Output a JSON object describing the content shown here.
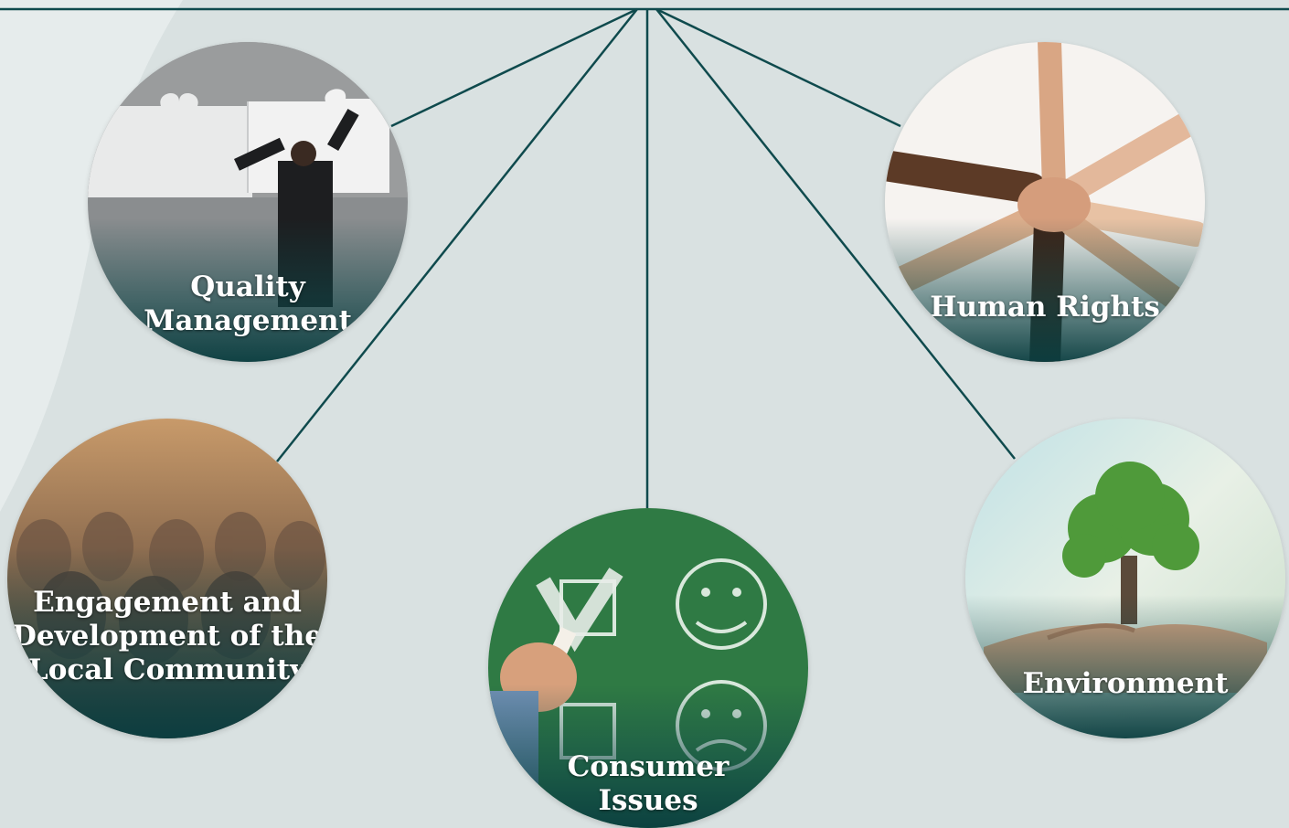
{
  "topics": {
    "quality": {
      "line1": "Quality",
      "line2": "Management",
      "icon": "puzzle-icon"
    },
    "human_rights": {
      "line1": "Human Rights",
      "icon": "stacked-hands-icon"
    },
    "community": {
      "line1": "Engagement and",
      "line2": "Development of the",
      "line3": "Local Community",
      "icon": "crowd-icon"
    },
    "consumer": {
      "line1": "Consumer",
      "line2": "Issues",
      "icon": "checkbox-smiley-icon"
    },
    "environment": {
      "line1": "Environment",
      "icon": "tree-in-hands-icon"
    }
  },
  "colors": {
    "line": "#0f4a4d",
    "background": "#d9e1e1",
    "label": "#ffffff",
    "shade": "#0a3e40"
  }
}
